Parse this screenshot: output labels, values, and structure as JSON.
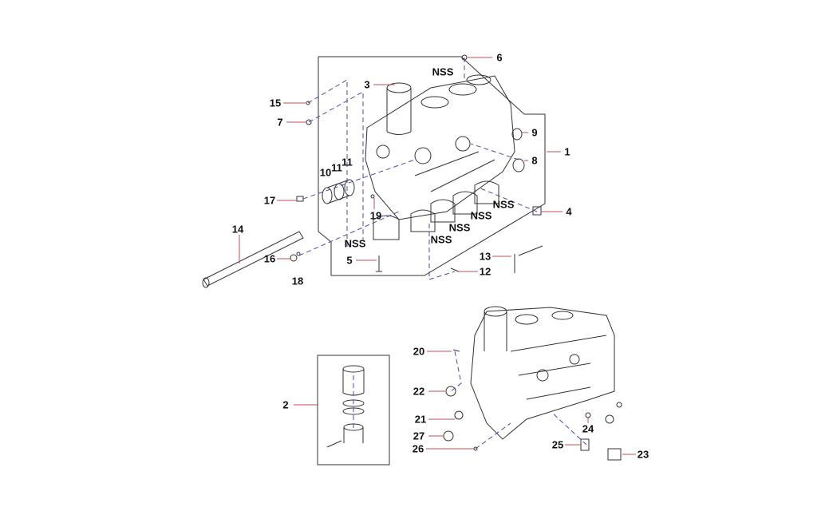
{
  "diagram": {
    "title": "",
    "callouts": [
      {
        "id": "c6",
        "text": "6"
      },
      {
        "id": "c3",
        "text": "3"
      },
      {
        "id": "c15",
        "text": "15"
      },
      {
        "id": "c7",
        "text": "7"
      },
      {
        "id": "c9",
        "text": "9"
      },
      {
        "id": "c1",
        "text": "1"
      },
      {
        "id": "c8",
        "text": "8"
      },
      {
        "id": "c10",
        "text": "10"
      },
      {
        "id": "c11a",
        "text": "11"
      },
      {
        "id": "c11b",
        "text": "11"
      },
      {
        "id": "c17",
        "text": "17"
      },
      {
        "id": "c19",
        "text": "19"
      },
      {
        "id": "c4",
        "text": "4"
      },
      {
        "id": "c14",
        "text": "14"
      },
      {
        "id": "c5",
        "text": "5"
      },
      {
        "id": "c13",
        "text": "13"
      },
      {
        "id": "c16",
        "text": "16"
      },
      {
        "id": "c12",
        "text": "12"
      },
      {
        "id": "c18",
        "text": "18"
      },
      {
        "id": "c2",
        "text": "2"
      },
      {
        "id": "c20",
        "text": "20"
      },
      {
        "id": "c22",
        "text": "22"
      },
      {
        "id": "c21",
        "text": "21"
      },
      {
        "id": "c24",
        "text": "24"
      },
      {
        "id": "c27",
        "text": "27"
      },
      {
        "id": "c26",
        "text": "26"
      },
      {
        "id": "c25",
        "text": "25"
      },
      {
        "id": "c23",
        "text": "23"
      }
    ],
    "nss_labels": [
      "NSS",
      "NSS",
      "NSS",
      "NSS",
      "NSS",
      "NSS"
    ],
    "colors": {
      "leader": "#c0505a",
      "hidden_line": "#4a4ab0",
      "outline": "#333333"
    }
  }
}
